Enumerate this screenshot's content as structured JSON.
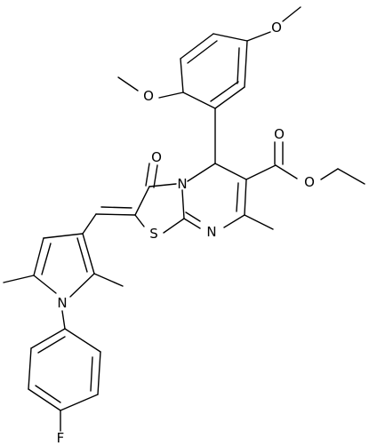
{
  "atoms": {
    "o_methoxy_top": "O",
    "o_methoxy_left": "O",
    "o_carbonyl_ester": "O",
    "o_ester": "O",
    "o_ketone": "O",
    "n_thiazole": "N",
    "s_thiazole": "S",
    "n_pyrimidine": "N",
    "n_pyrrole": "N",
    "f_fluoro": "F"
  },
  "colors": {
    "bond": "#000000",
    "label": "#000000",
    "background": "#ffffff"
  }
}
